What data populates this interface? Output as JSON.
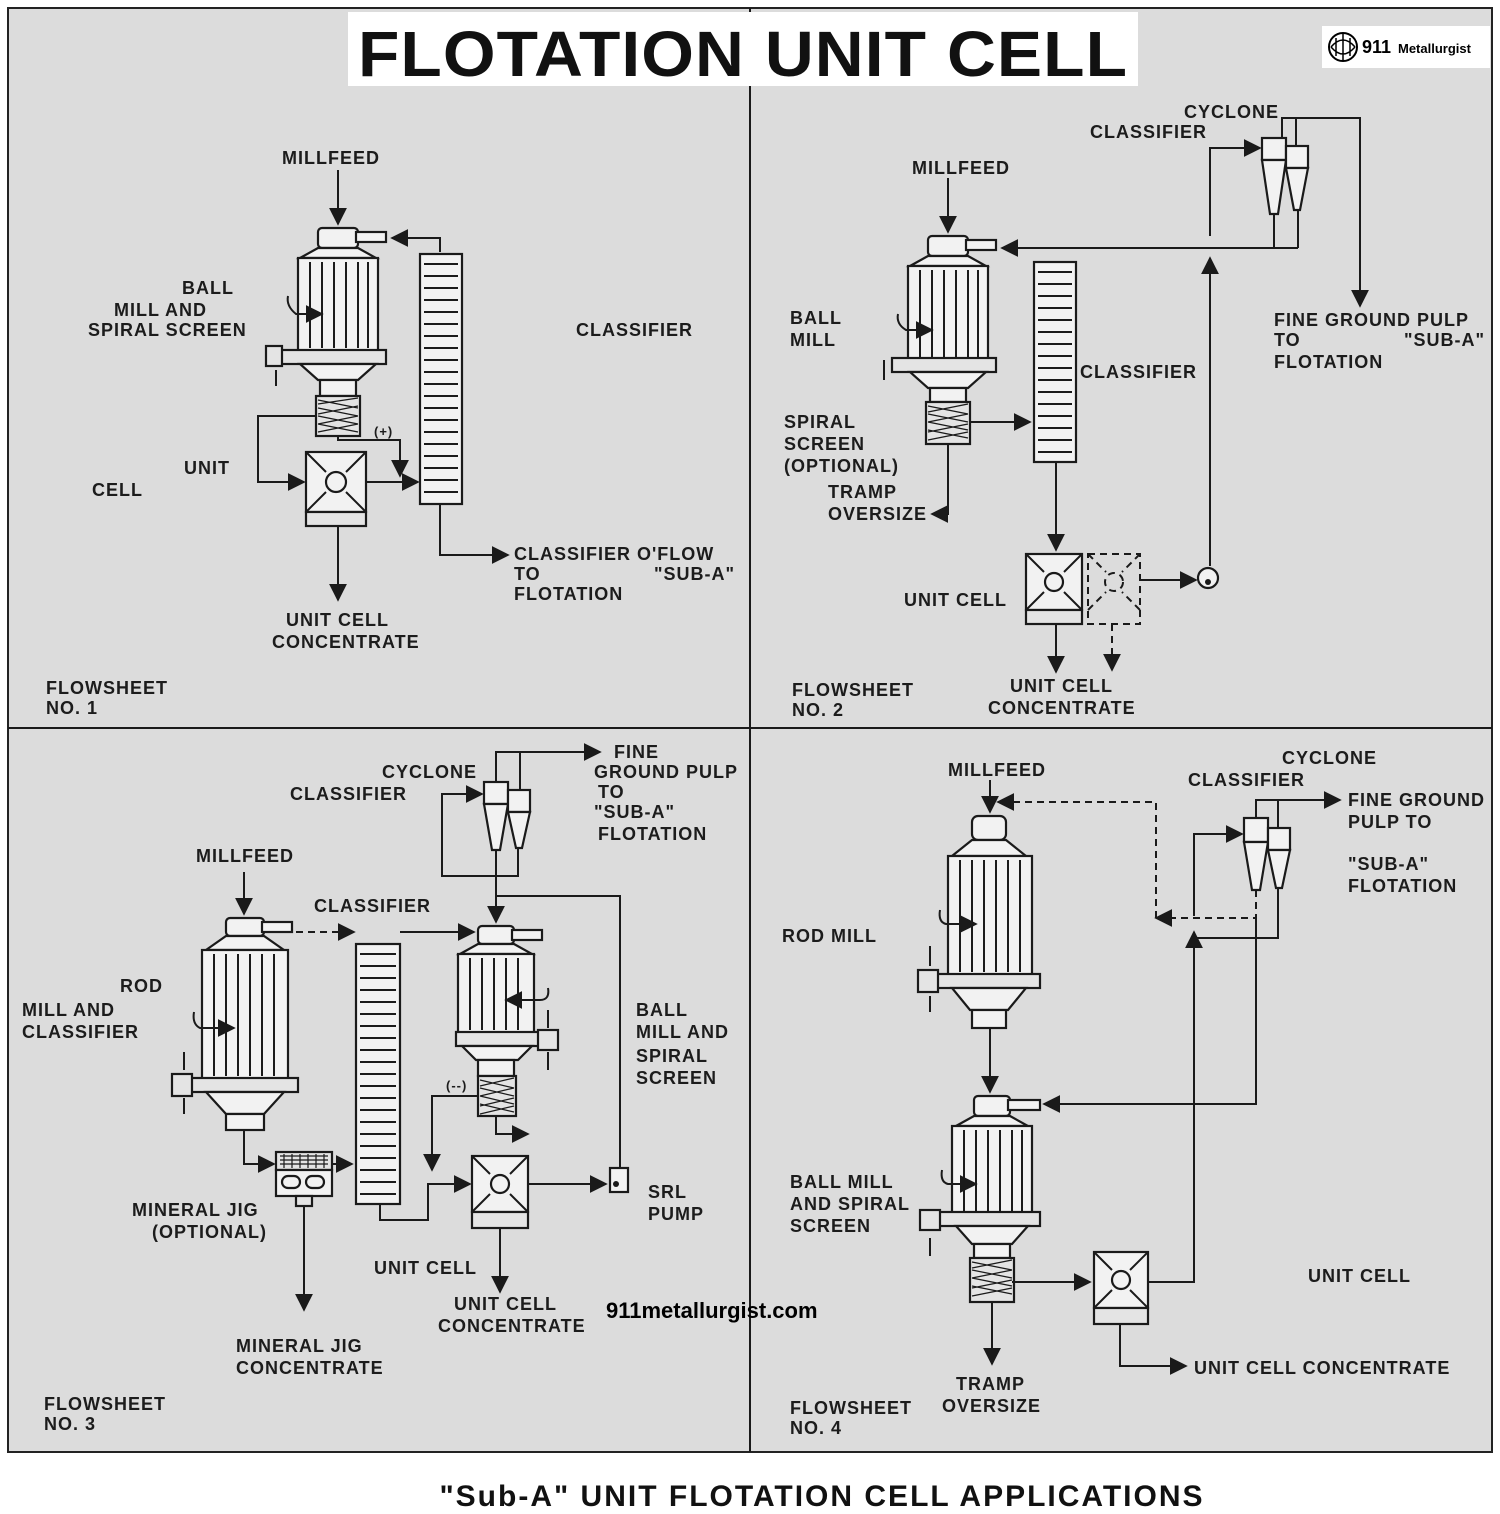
{
  "title": "FLOTATION UNIT CELL",
  "subtitle": "\"Sub-A\" UNIT FLOTATION CELL APPLICATIONS",
  "logo": {
    "number": "911",
    "word": "Metallurgist",
    "icon": "globe-icon"
  },
  "website": "911metallurgist.com",
  "fs1": {
    "millfeed": "MILLFEED",
    "ball": "BALL",
    "mill_and": "MILL AND",
    "spiral_screen": "SPIRAL SCREEN",
    "classifier": "CLASSIFIER",
    "unit": "UNIT",
    "cell": "CELL",
    "plus": "(+)",
    "oflow1": "CLASSIFIER O'FLOW",
    "oflow2": "TO",
    "oflow3": "\"SUB-A\"",
    "oflow4": "FLOTATION",
    "conc1": "UNIT CELL",
    "conc2": "CONCENTRATE",
    "label1": "FLOWSHEET",
    "label2": "NO. 1"
  },
  "fs2": {
    "cyclone": "CYCLONE",
    "cyc_classifier": "CLASSIFIER",
    "millfeed": "MILLFEED",
    "ball": "BALL",
    "mill": "MILL",
    "classifier": "CLASSIFIER",
    "fine1": "FINE GROUND PULP",
    "fine2": "TO",
    "fine3": "\"SUB-A\"",
    "fine4": "FLOTATION",
    "spiral1": "SPIRAL",
    "spiral2": "SCREEN",
    "spiral3": "(OPTIONAL)",
    "tramp1": "TRAMP",
    "tramp2": "OVERSIZE",
    "unit_cell": "UNIT CELL",
    "conc1": "UNIT CELL",
    "conc2": "CONCENTRATE",
    "label1": "FLOWSHEET",
    "label2": "NO. 2"
  },
  "fs3": {
    "cyclone": "CYCLONE",
    "cyc_classifier": "CLASSIFIER",
    "fine1": "FINE",
    "fine2": "GROUND PULP",
    "fine3": "TO",
    "fine4": "\"SUB-A\"",
    "fine5": "FLOTATION",
    "millfeed": "MILLFEED",
    "classifier": "CLASSIFIER",
    "rod": "ROD",
    "mill_and": "MILL AND",
    "classifier2": "CLASSIFIER",
    "ball1": "BALL",
    "ball2": "MILL AND",
    "ball3": "SPIRAL",
    "ball4": "SCREEN",
    "minus": "(--)",
    "jig1": "MINERAL JIG",
    "jig2": "(OPTIONAL)",
    "srl1": "SRL",
    "srl2": "PUMP",
    "unit_cell": "UNIT CELL",
    "conc1": "UNIT CELL",
    "conc2": "CONCENTRATE",
    "jigc1": "MINERAL JIG",
    "jigc2": "CONCENTRATE",
    "label1": "FLOWSHEET",
    "label2": "NO. 3"
  },
  "fs4": {
    "millfeed": "MILLFEED",
    "cyclone": "CYCLONE",
    "cyc_classifier": "CLASSIFIER",
    "fine1": "FINE GROUND",
    "fine2": "PULP TO",
    "fine3": "\"SUB-A\"",
    "fine4": "FLOTATION",
    "rod_mill": "ROD MILL",
    "ball1": "BALL MILL",
    "ball2": "AND SPIRAL",
    "ball3": "SCREEN",
    "unit_cell": "UNIT CELL",
    "conc": "UNIT CELL CONCENTRATE",
    "tramp1": "TRAMP",
    "tramp2": "OVERSIZE",
    "label1": "FLOWSHEET",
    "label2": "NO. 4"
  }
}
